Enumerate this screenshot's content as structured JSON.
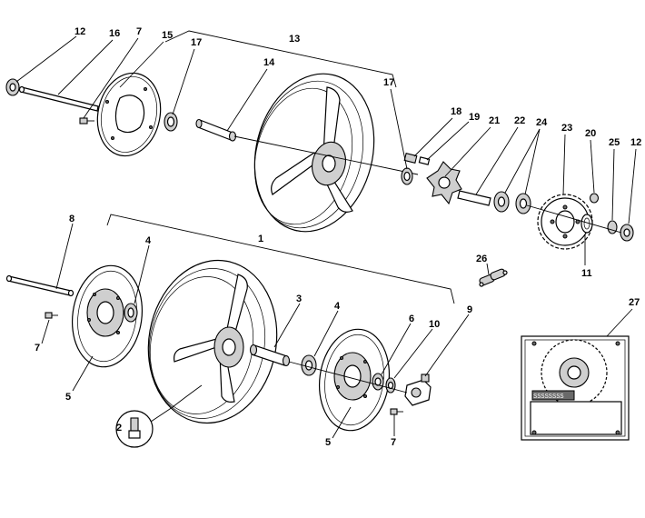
{
  "labels": {
    "l12a": "12",
    "l16": "16",
    "l7a": "7",
    "l15": "15",
    "l17a": "17",
    "l13": "13",
    "l14": "14",
    "l17b": "17",
    "l18": "18",
    "l19": "19",
    "l21": "21",
    "l22": "22",
    "l24": "24",
    "l23": "23",
    "l20": "20",
    "l25": "25",
    "l12b": "12",
    "l11": "11",
    "l8": "8",
    "l4a": "4",
    "l1": "1",
    "l3": "3",
    "l4b": "4",
    "l6": "6",
    "l10": "10",
    "l9": "9",
    "l26": "26",
    "l27": "27",
    "l7b": "7",
    "l5a": "5",
    "l5b": "5",
    "l7c": "7",
    "l2": "2"
  },
  "inset": {
    "label_text": "SSSSSSSS"
  }
}
